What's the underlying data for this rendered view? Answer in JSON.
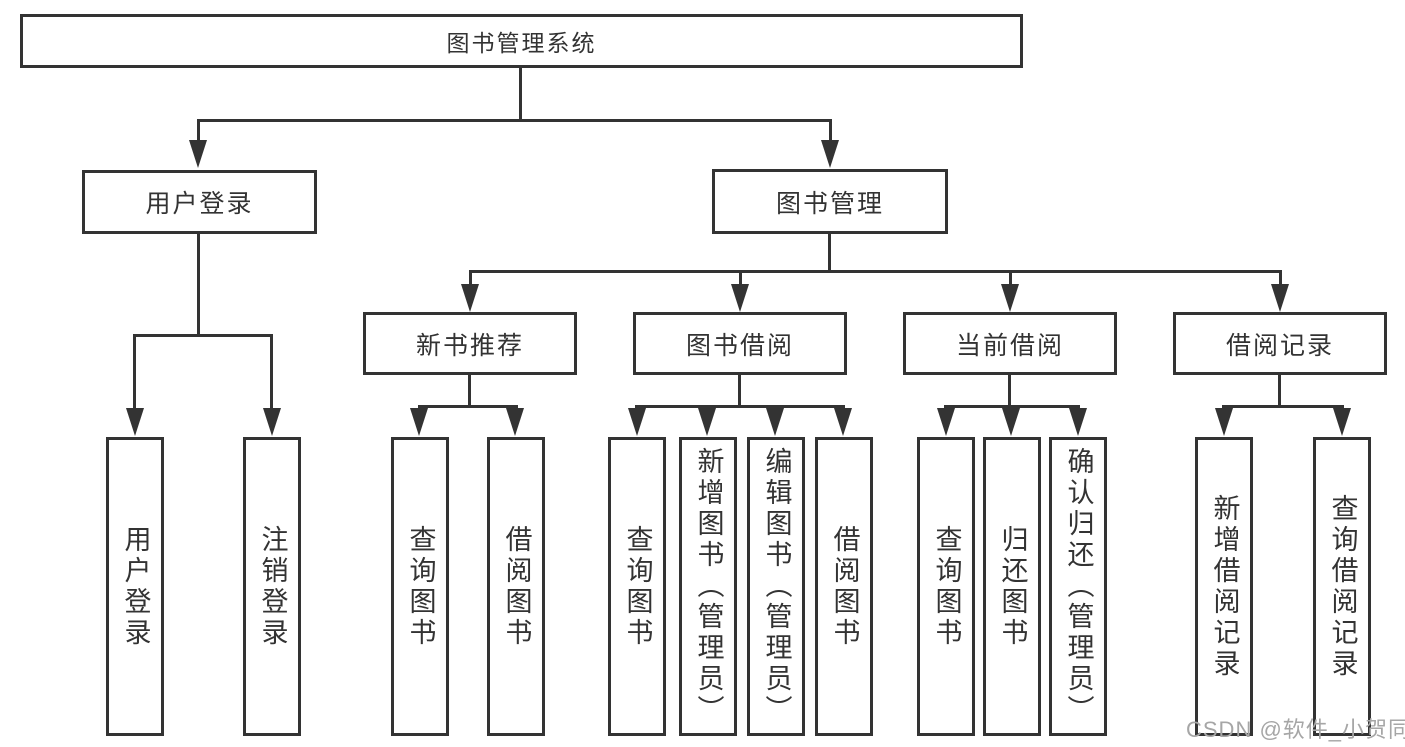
{
  "root": "图书管理系统",
  "user_login": {
    "label": "用户登录",
    "children": [
      "用户登录",
      "注销登录"
    ]
  },
  "book_mgmt": {
    "label": "图书管理",
    "sections": {
      "new_book": {
        "label": "新书推荐",
        "children": [
          "查询图书",
          "借阅图书"
        ]
      },
      "borrow": {
        "label": "图书借阅",
        "children": [
          "查询图书",
          "新增图书（管理员）",
          "编辑图书（管理员）",
          "借阅图书"
        ]
      },
      "current": {
        "label": "当前借阅",
        "children": [
          "查询图书",
          "归还图书",
          "确认归还（管理员）"
        ]
      },
      "records": {
        "label": "借阅记录",
        "children": [
          "新增借阅记录",
          "查询借阅记录"
        ]
      }
    }
  },
  "colors": {
    "line": "#333333",
    "watermark": "#a6a6a6"
  },
  "watermark": "CSDN @软件_小贺同学"
}
